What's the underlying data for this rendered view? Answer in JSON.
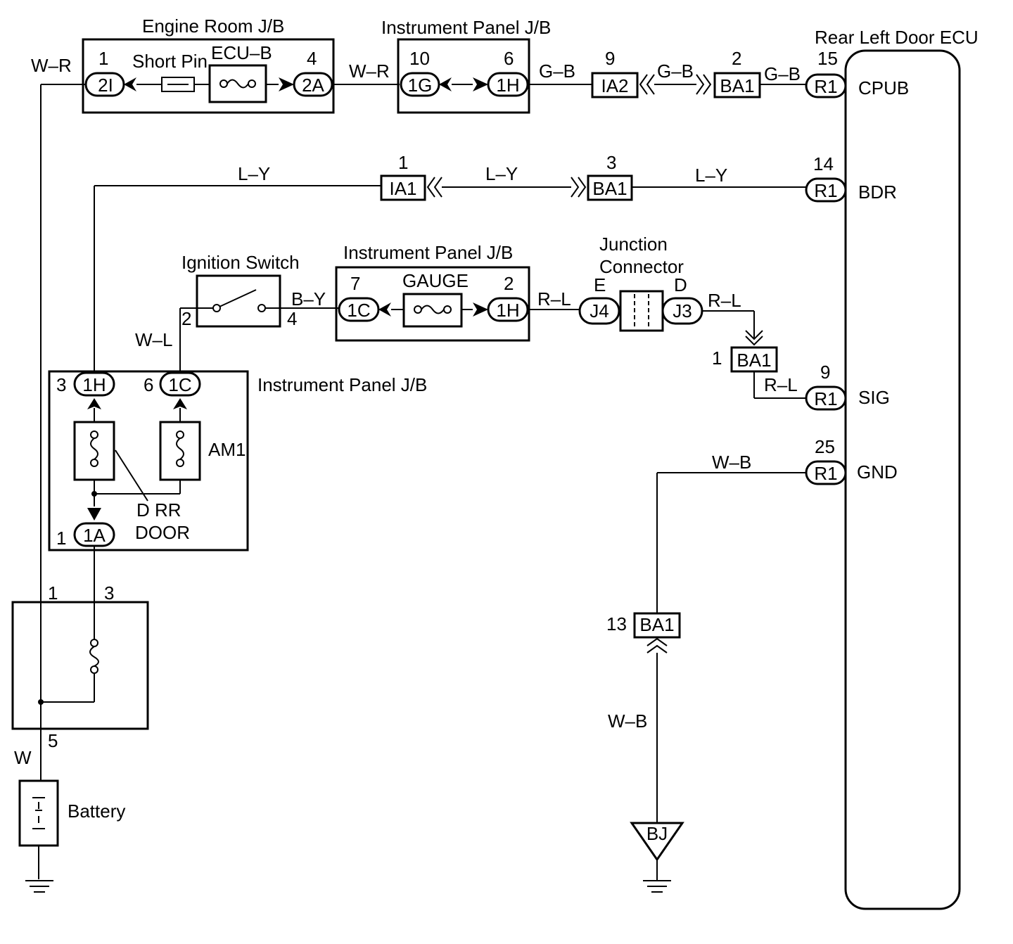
{
  "labels": {
    "engine_room_jb": "Engine Room J/B",
    "ip_jb_top": "Instrument Panel J/B",
    "rear_left_door_ecu": "Rear Left Door ECU",
    "short_pin": "Short Pin",
    "ecu_b": "ECU–B",
    "ignition_switch": "Ignition Switch",
    "ip_jb_mid": "Instrument Panel J/B",
    "gauge": "GAUGE",
    "junction_connector_1": "Junction",
    "junction_connector_2": "Connector",
    "ip_jb_left": "Instrument Panel J/B",
    "am1": "AM1",
    "d_rr": "D RR",
    "door": "DOOR",
    "battery": "Battery"
  },
  "wires": {
    "w_r_1": "W–R",
    "w_r_2": "W–R",
    "g_b_1": "G–B",
    "g_b_2": "G–B",
    "g_b_3": "G–B",
    "l_y_1": "L–Y",
    "l_y_2": "L–Y",
    "l_y_3": "L–Y",
    "b_y": "B–Y",
    "r_l_1": "R–L",
    "r_l_2": "R–L",
    "r_l_3": "R–L",
    "w_l": "W–L",
    "w_b_1": "W–B",
    "w_b_2": "W–B",
    "w": "W"
  },
  "connectors": {
    "c_2i": "2I",
    "c_2a": "2A",
    "c_1g": "1G",
    "c_1h_top": "1H",
    "c_ia2": "IA2",
    "c_ba1_top": "BA1",
    "c_r1_cpub": "R1",
    "c_ia1": "IA1",
    "c_ba1_ly": "BA1",
    "c_r1_bdr": "R1",
    "c_1c_mid": "1C",
    "c_1h_mid": "1H",
    "c_j4": "J4",
    "c_j3": "J3",
    "c_ba1_rl": "BA1",
    "c_r1_sig": "R1",
    "c_r1_gnd": "R1",
    "c_1h_left": "1H",
    "c_1c_left": "1C",
    "c_1a": "1A",
    "c_ba1_wb": "BA1",
    "c_bj": "BJ"
  },
  "pins": {
    "p_1_2i": "1",
    "p_4_2a": "4",
    "p_10_1g": "10",
    "p_6_1h": "6",
    "p_9_ia2": "9",
    "p_2_ba1": "2",
    "p_15_cpub": "15",
    "p_1_ia1": "1",
    "p_3_ba1": "3",
    "p_14_bdr": "14",
    "p_7_1c": "7",
    "p_2_1h": "2",
    "p_e_j4": "E",
    "p_d_j3": "D",
    "p_1_ba1": "1",
    "p_9_sig": "9",
    "p_25_gnd": "25",
    "p_2_ign": "2",
    "p_4_ign": "4",
    "p_3_1h": "3",
    "p_6_1c": "6",
    "p_1_1a": "1",
    "p_1_fl": "1",
    "p_3_fl": "3",
    "p_5_fl": "5",
    "p_13_ba1": "13"
  },
  "terminals": {
    "cpub": "CPUB",
    "bdr": "BDR",
    "sig": "SIG",
    "gnd": "GND"
  }
}
